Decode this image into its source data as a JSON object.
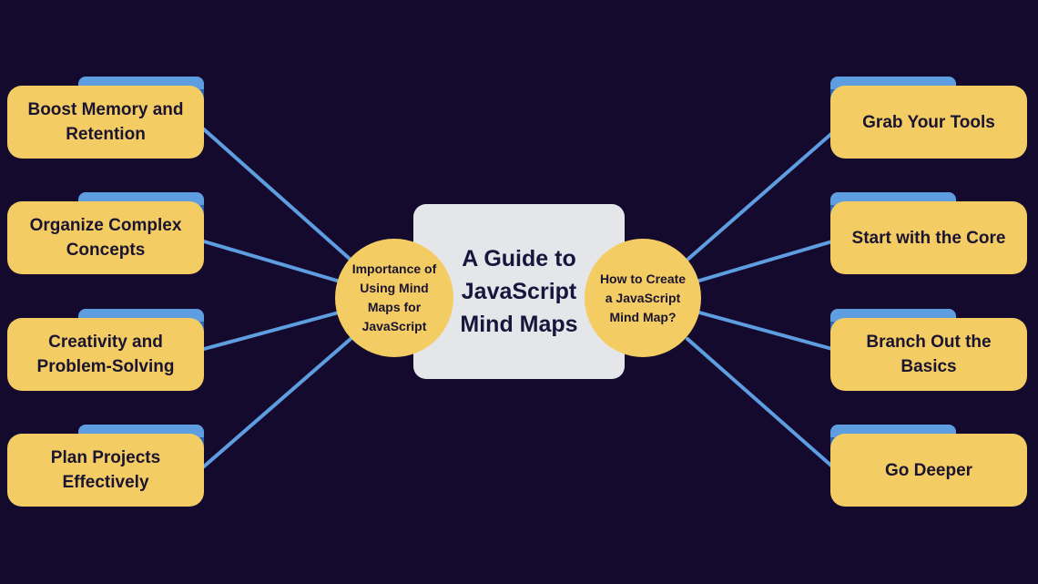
{
  "title": "A Guide to JavaScript Mind Maps",
  "colors": {
    "background": "#140a2e",
    "node_fill": "#f3cd63",
    "node_tab": "#5d9de0",
    "connector": "#5d9de0",
    "center_fill": "#e5e6ea",
    "text": "#1b1430"
  },
  "hubs": {
    "left": "Importance of Using Mind Maps for JavaScript",
    "right": "How to Create a JavaScript Mind Map?"
  },
  "left_nodes": [
    {
      "label": "Boost Memory and Retention"
    },
    {
      "label": "Organize Complex Concepts"
    },
    {
      "label": "Creativity and Problem-Solving"
    },
    {
      "label": "Plan Projects Effectively"
    }
  ],
  "right_nodes": [
    {
      "label": "Grab Your Tools"
    },
    {
      "label": "Start with the Core"
    },
    {
      "label": "Branch Out the Basics"
    },
    {
      "label": "Go Deeper"
    }
  ]
}
